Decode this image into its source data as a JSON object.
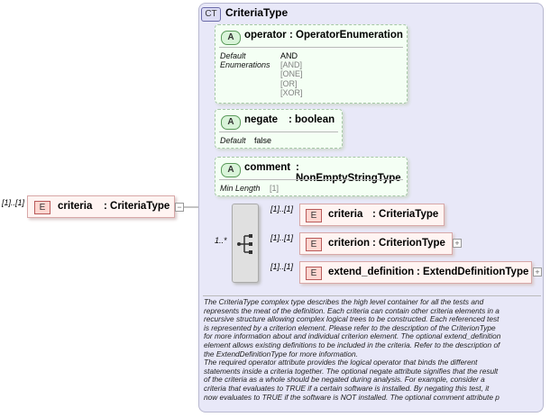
{
  "root_element": {
    "cardinality": "[1]..[1]",
    "badge": "E",
    "name": "criteria",
    "type": ": CriteriaType",
    "expand_icon": "minus-icon"
  },
  "complex_type": {
    "badge": "CT",
    "name": "CriteriaType"
  },
  "attributes": [
    {
      "badge": "A",
      "name": "operator",
      "type": ": OperatorEnumeration",
      "props": {
        "default_label": "Default",
        "default_value": "AND",
        "enum_label": "Enumerations",
        "enum_values": [
          "[AND]",
          "[ONE]",
          "[OR]",
          "[XOR]"
        ]
      }
    },
    {
      "badge": "A",
      "name": "negate",
      "type": ": boolean",
      "props": {
        "default_label": "Default",
        "default_value": "false"
      }
    },
    {
      "badge": "A",
      "name": "comment",
      "type": ": NonEmptyStringType",
      "props": {
        "min_length_label": "Min Length",
        "min_length_value": "[1]"
      }
    }
  ],
  "sequence": {
    "cardinality": "1..*",
    "icon": "sequence-icon"
  },
  "children": [
    {
      "cardinality": "[1]..[1]",
      "badge": "E",
      "name": "criteria",
      "type": ": CriteriaType",
      "expandable": false
    },
    {
      "cardinality": "[1]..[1]",
      "badge": "E",
      "name": "criterion",
      "type": ": CriterionType",
      "expandable": true
    },
    {
      "cardinality": "[1]..[1]",
      "badge": "E",
      "name": "extend_definition",
      "type": ": ExtendDefinitionType",
      "expandable": true
    }
  ],
  "documentation": [
    "The CriteriaType complex type describes the high level container for all the tests and",
    "represents the meat of the definition. Each criteria can contain other criteria elements in a",
    "recursive structure allowing complex logical trees to be constructed. Each referenced test",
    "is represented by a criterion element. Please refer to the description of the CriterionType",
    "for more information about and individual criterion element. The optional extend_definition",
    "element allows existing definitions to be included in the criteria. Refer to the description of",
    "the ExtendDefinitionType for more information.",
    "The required operator attribute provides the logical operator that binds the different",
    "statements inside a criteria together. The optional negate attribute signifies that the result",
    "of the criteria as a whole should be negated during analysis. For example, consider a",
    "criteria that evaluates to TRUE if a certain software is installed. By negating this test, it",
    "now evaluates to TRUE if the software is NOT installed. The optional comment attribute p"
  ],
  "colors": {
    "complex_type_bg": "#e8e8f8",
    "attribute_bg": "#f4fff4",
    "element_bg": "#fff4f2"
  }
}
